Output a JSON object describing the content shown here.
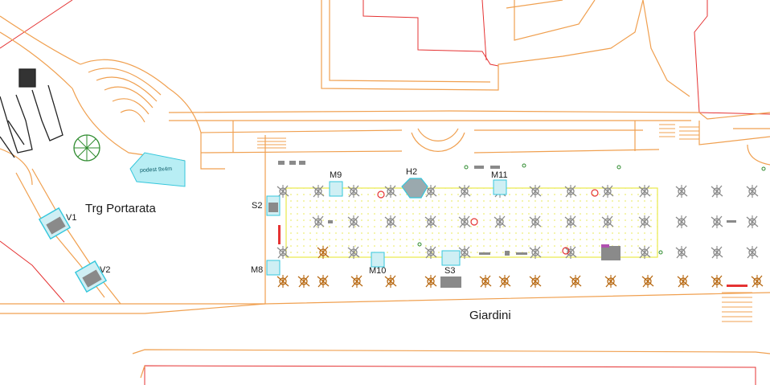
{
  "places": {
    "square": "Trg Portarata",
    "park": "Giardini"
  },
  "stage_label": "podest 9x4m",
  "units": [
    {
      "id": "V1",
      "label": "V1"
    },
    {
      "id": "V2",
      "label": "V2"
    },
    {
      "id": "S2",
      "label": "S2"
    },
    {
      "id": "M8",
      "label": "M8"
    },
    {
      "id": "M9",
      "label": "M9"
    },
    {
      "id": "H2",
      "label": "H2"
    },
    {
      "id": "M11",
      "label": "M11"
    },
    {
      "id": "M10",
      "label": "M10"
    },
    {
      "id": "S3",
      "label": "S3"
    }
  ],
  "colors": {
    "outline": "#f0a050",
    "parcel": "#e53333",
    "zone": "#e8e84a",
    "unit": "#35c7dc",
    "table": "#8a8a8a",
    "chair": "#b86a14"
  }
}
